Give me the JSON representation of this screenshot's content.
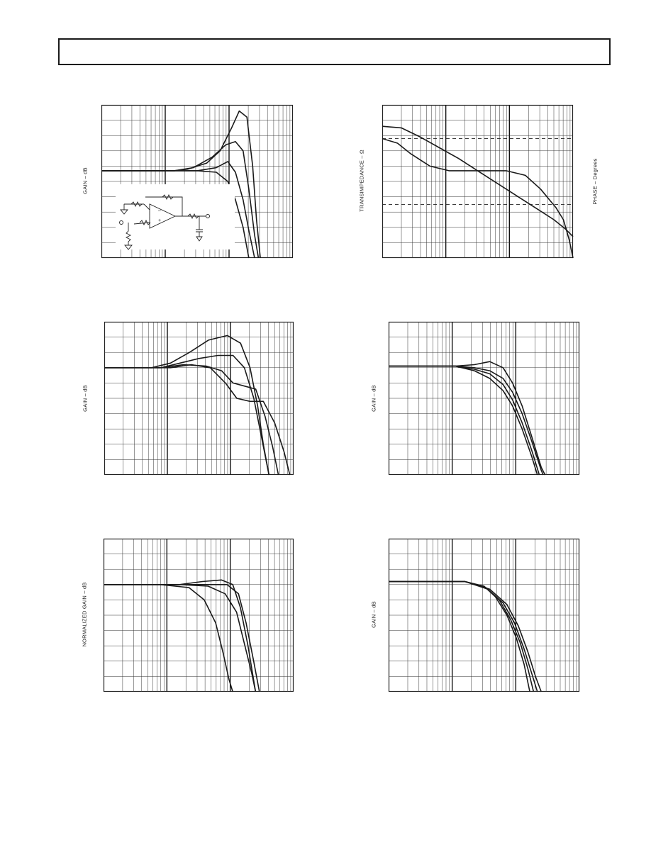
{
  "page": {
    "header_text": ""
  },
  "charts": [
    {
      "id": "chart-1",
      "ylabel": "GAIN – dB",
      "y2label": "",
      "curves": [
        [
          [
            0,
            0.43
          ],
          [
            0.38,
            0.43
          ],
          [
            0.45,
            0.42
          ],
          [
            0.55,
            0.38
          ],
          [
            0.62,
            0.3
          ],
          [
            0.68,
            0.15
          ],
          [
            0.72,
            0.04
          ],
          [
            0.76,
            0.08
          ],
          [
            0.79,
            0.4
          ],
          [
            0.81,
            0.75
          ],
          [
            0.83,
            1.0
          ]
        ],
        [
          [
            0,
            0.43
          ],
          [
            0.38,
            0.43
          ],
          [
            0.48,
            0.41
          ],
          [
            0.58,
            0.34
          ],
          [
            0.65,
            0.26
          ],
          [
            0.7,
            0.24
          ],
          [
            0.74,
            0.3
          ],
          [
            0.77,
            0.55
          ],
          [
            0.8,
            0.85
          ],
          [
            0.82,
            1.0
          ]
        ],
        [
          [
            0,
            0.43
          ],
          [
            0.4,
            0.43
          ],
          [
            0.5,
            0.43
          ],
          [
            0.6,
            0.41
          ],
          [
            0.66,
            0.37
          ],
          [
            0.7,
            0.44
          ],
          [
            0.74,
            0.62
          ],
          [
            0.77,
            0.82
          ],
          [
            0.8,
            1.0
          ]
        ],
        [
          [
            0,
            0.43
          ],
          [
            0.5,
            0.43
          ],
          [
            0.6,
            0.44
          ],
          [
            0.66,
            0.5
          ],
          [
            0.7,
            0.62
          ],
          [
            0.74,
            0.8
          ],
          [
            0.77,
            1.0
          ]
        ]
      ],
      "dashed": [],
      "inset": true
    },
    {
      "id": "chart-2",
      "ylabel": "TRANSIMPEDANCE – Ω",
      "y2label": "PHASE – Degrees",
      "curves": [
        [
          [
            0,
            0.14
          ],
          [
            0.1,
            0.15
          ],
          [
            0.2,
            0.21
          ],
          [
            0.3,
            0.28
          ],
          [
            0.4,
            0.35
          ],
          [
            0.5,
            0.43
          ],
          [
            0.6,
            0.51
          ],
          [
            0.7,
            0.59
          ],
          [
            0.8,
            0.67
          ],
          [
            0.9,
            0.75
          ],
          [
            0.96,
            0.81
          ],
          [
            1.0,
            0.86
          ]
        ],
        [
          [
            0,
            0.22
          ],
          [
            0.08,
            0.25
          ],
          [
            0.15,
            0.32
          ],
          [
            0.25,
            0.4
          ],
          [
            0.35,
            0.43
          ],
          [
            0.45,
            0.43
          ],
          [
            0.55,
            0.43
          ],
          [
            0.65,
            0.43
          ],
          [
            0.75,
            0.46
          ],
          [
            0.83,
            0.55
          ],
          [
            0.91,
            0.67
          ],
          [
            0.95,
            0.75
          ],
          [
            0.98,
            0.88
          ],
          [
            1.0,
            1.0
          ]
        ]
      ],
      "dashed": [
        0.22,
        0.65
      ],
      "inset": false
    },
    {
      "id": "chart-3",
      "ylabel": "GAIN – dB",
      "y2label": "",
      "curves": [
        [
          [
            0,
            0.3
          ],
          [
            0.25,
            0.3
          ],
          [
            0.35,
            0.27
          ],
          [
            0.45,
            0.2
          ],
          [
            0.55,
            0.12
          ],
          [
            0.65,
            0.09
          ],
          [
            0.72,
            0.14
          ],
          [
            0.77,
            0.3
          ],
          [
            0.81,
            0.55
          ],
          [
            0.84,
            0.8
          ],
          [
            0.87,
            1.0
          ]
        ],
        [
          [
            0,
            0.3
          ],
          [
            0.3,
            0.3
          ],
          [
            0.4,
            0.27
          ],
          [
            0.5,
            0.24
          ],
          [
            0.6,
            0.22
          ],
          [
            0.68,
            0.22
          ],
          [
            0.74,
            0.3
          ],
          [
            0.79,
            0.5
          ],
          [
            0.83,
            0.75
          ],
          [
            0.87,
            1.0
          ]
        ],
        [
          [
            0,
            0.3
          ],
          [
            0.3,
            0.3
          ],
          [
            0.42,
            0.28
          ],
          [
            0.54,
            0.29
          ],
          [
            0.62,
            0.32
          ],
          [
            0.68,
            0.4
          ],
          [
            0.74,
            0.42
          ],
          [
            0.8,
            0.44
          ],
          [
            0.85,
            0.62
          ],
          [
            0.89,
            0.82
          ],
          [
            0.92,
            1.0
          ]
        ],
        [
          [
            0,
            0.3
          ],
          [
            0.35,
            0.3
          ],
          [
            0.46,
            0.28
          ],
          [
            0.56,
            0.3
          ],
          [
            0.64,
            0.4
          ],
          [
            0.7,
            0.5
          ],
          [
            0.77,
            0.52
          ],
          [
            0.84,
            0.52
          ],
          [
            0.9,
            0.66
          ],
          [
            0.95,
            0.85
          ],
          [
            0.98,
            1.0
          ]
        ]
      ],
      "dashed": [],
      "inset": false
    },
    {
      "id": "chart-4",
      "ylabel": "GAIN – dB",
      "y2label": "",
      "curves": [
        [
          [
            0,
            0.29
          ],
          [
            0.35,
            0.29
          ],
          [
            0.45,
            0.28
          ],
          [
            0.53,
            0.26
          ],
          [
            0.6,
            0.3
          ],
          [
            0.65,
            0.4
          ],
          [
            0.7,
            0.55
          ],
          [
            0.75,
            0.75
          ],
          [
            0.8,
            0.95
          ],
          [
            0.82,
            1.0
          ]
        ],
        [
          [
            0,
            0.29
          ],
          [
            0.35,
            0.29
          ],
          [
            0.45,
            0.3
          ],
          [
            0.53,
            0.32
          ],
          [
            0.6,
            0.37
          ],
          [
            0.65,
            0.46
          ],
          [
            0.7,
            0.6
          ],
          [
            0.75,
            0.78
          ],
          [
            0.8,
            0.97
          ],
          [
            0.81,
            1.0
          ]
        ],
        [
          [
            0,
            0.29
          ],
          [
            0.35,
            0.29
          ],
          [
            0.45,
            0.31
          ],
          [
            0.53,
            0.34
          ],
          [
            0.6,
            0.41
          ],
          [
            0.65,
            0.51
          ],
          [
            0.7,
            0.66
          ],
          [
            0.75,
            0.84
          ],
          [
            0.79,
            1.0
          ]
        ],
        [
          [
            0,
            0.29
          ],
          [
            0.35,
            0.29
          ],
          [
            0.45,
            0.32
          ],
          [
            0.53,
            0.37
          ],
          [
            0.6,
            0.45
          ],
          [
            0.65,
            0.55
          ],
          [
            0.7,
            0.7
          ],
          [
            0.75,
            0.88
          ],
          [
            0.78,
            1.0
          ]
        ]
      ],
      "dashed": [],
      "inset": false
    },
    {
      "id": "chart-5",
      "ylabel": "NORMALIZED GAIN – dB",
      "y2label": "",
      "curves": [
        [
          [
            0,
            0.3
          ],
          [
            0.4,
            0.3
          ],
          [
            0.52,
            0.28
          ],
          [
            0.62,
            0.27
          ],
          [
            0.68,
            0.3
          ],
          [
            0.72,
            0.45
          ],
          [
            0.76,
            0.7
          ],
          [
            0.8,
            1.0
          ]
        ],
        [
          [
            0,
            0.3
          ],
          [
            0.4,
            0.3
          ],
          [
            0.55,
            0.3
          ],
          [
            0.65,
            0.3
          ],
          [
            0.71,
            0.36
          ],
          [
            0.75,
            0.55
          ],
          [
            0.79,
            0.8
          ],
          [
            0.82,
            1.0
          ]
        ],
        [
          [
            0,
            0.3
          ],
          [
            0.4,
            0.3
          ],
          [
            0.55,
            0.31
          ],
          [
            0.64,
            0.36
          ],
          [
            0.7,
            0.48
          ],
          [
            0.74,
            0.68
          ],
          [
            0.78,
            0.88
          ],
          [
            0.8,
            1.0
          ]
        ],
        [
          [
            0,
            0.3
          ],
          [
            0.3,
            0.3
          ],
          [
            0.45,
            0.32
          ],
          [
            0.53,
            0.4
          ],
          [
            0.59,
            0.55
          ],
          [
            0.63,
            0.75
          ],
          [
            0.66,
            0.92
          ],
          [
            0.68,
            1.0
          ]
        ]
      ],
      "dashed": [],
      "inset": false
    },
    {
      "id": "chart-6",
      "ylabel": "GAIN – dB",
      "y2label": "",
      "curves": [
        [
          [
            0,
            0.28
          ],
          [
            0.4,
            0.28
          ],
          [
            0.5,
            0.31
          ],
          [
            0.56,
            0.38
          ],
          [
            0.62,
            0.5
          ],
          [
            0.67,
            0.65
          ],
          [
            0.71,
            0.82
          ],
          [
            0.74,
            1.0
          ]
        ],
        [
          [
            0,
            0.28
          ],
          [
            0.4,
            0.28
          ],
          [
            0.51,
            0.32
          ],
          [
            0.58,
            0.4
          ],
          [
            0.64,
            0.53
          ],
          [
            0.69,
            0.68
          ],
          [
            0.73,
            0.85
          ],
          [
            0.76,
            1.0
          ]
        ],
        [
          [
            0,
            0.28
          ],
          [
            0.4,
            0.28
          ],
          [
            0.52,
            0.33
          ],
          [
            0.6,
            0.42
          ],
          [
            0.66,
            0.55
          ],
          [
            0.71,
            0.72
          ],
          [
            0.75,
            0.88
          ],
          [
            0.78,
            1.0
          ]
        ],
        [
          [
            0,
            0.28
          ],
          [
            0.4,
            0.28
          ],
          [
            0.53,
            0.33
          ],
          [
            0.62,
            0.43
          ],
          [
            0.68,
            0.57
          ],
          [
            0.73,
            0.74
          ],
          [
            0.77,
            0.9
          ],
          [
            0.8,
            1.0
          ]
        ]
      ],
      "dashed": [],
      "inset": false
    }
  ],
  "chart_data": [
    {
      "type": "line",
      "title": "",
      "ylabel": "GAIN – dB",
      "xscale": "log",
      "grid": true,
      "series": [
        {
          "values": "4 curves"
        }
      ]
    },
    {
      "type": "line",
      "title": "",
      "ylabel": "TRANSIMPEDANCE – Ω",
      "y2label": "PHASE – Degrees",
      "xscale": "log",
      "grid": true,
      "series": [
        {
          "values": "2 curves"
        }
      ]
    },
    {
      "type": "line",
      "title": "",
      "ylabel": "GAIN – dB",
      "xscale": "log",
      "grid": true,
      "series": [
        {
          "values": "4 curves"
        }
      ]
    },
    {
      "type": "line",
      "title": "",
      "ylabel": "GAIN – dB",
      "xscale": "log",
      "grid": true,
      "series": [
        {
          "values": "4 curves"
        }
      ]
    },
    {
      "type": "line",
      "title": "",
      "ylabel": "NORMALIZED GAIN – dB",
      "xscale": "log",
      "grid": true,
      "series": [
        {
          "values": "4 curves"
        }
      ]
    },
    {
      "type": "line",
      "title": "",
      "ylabel": "GAIN – dB",
      "xscale": "log",
      "grid": true,
      "series": [
        {
          "values": "4 curves"
        }
      ]
    }
  ]
}
